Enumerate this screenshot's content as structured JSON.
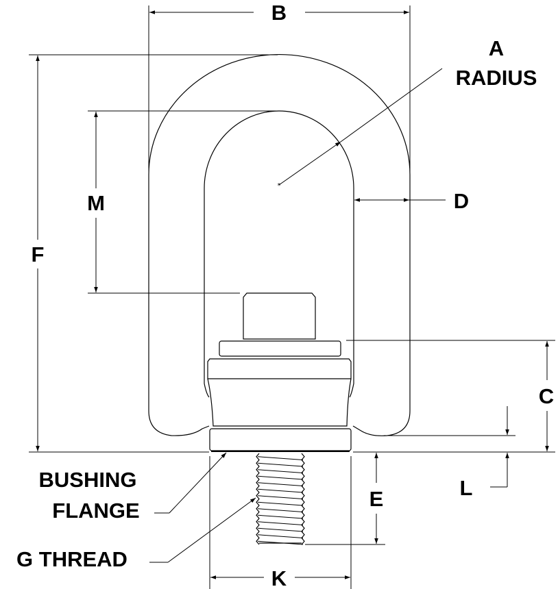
{
  "title": "Hoist ring dimension drawing",
  "labels": {
    "a": "A",
    "radius": "RADIUS",
    "b": "B",
    "c": "C",
    "d": "D",
    "e": "E",
    "f": "F",
    "k": "K",
    "l": "L",
    "m": "M",
    "bushing": "BUSHING",
    "flange": "FLANGE",
    "g_thread": "G THREAD"
  }
}
